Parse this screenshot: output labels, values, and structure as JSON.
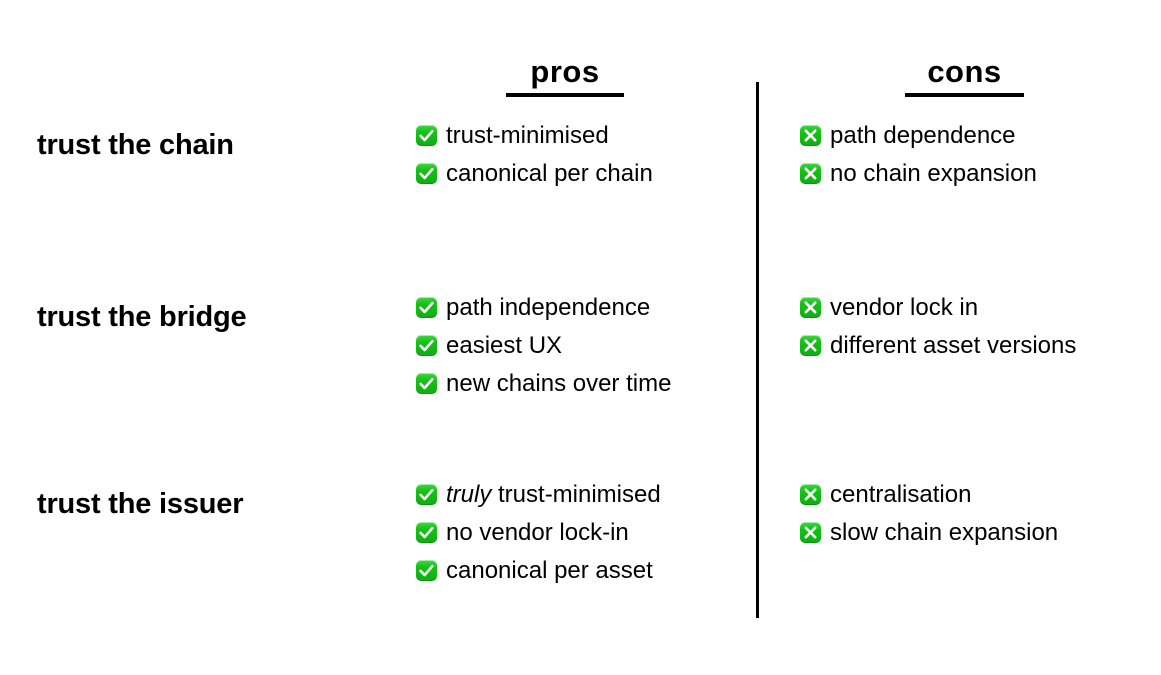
{
  "page": {
    "background": "#ffffff",
    "accent_green": "#16c116",
    "text_color": "#000000"
  },
  "headers": {
    "pros": "pros",
    "cons": "cons"
  },
  "icons": {
    "pro": "check-mark-button-icon",
    "con": "cross-mark-button-icon"
  },
  "rows": [
    {
      "label": "trust the chain",
      "pros": [
        {
          "text": "trust-minimised"
        },
        {
          "text": "canonical per chain"
        }
      ],
      "cons": [
        {
          "text": "path dependence"
        },
        {
          "text": "no chain expansion"
        }
      ]
    },
    {
      "label": "trust the bridge",
      "pros": [
        {
          "text": "path independence"
        },
        {
          "text": "easiest UX"
        },
        {
          "text": "new chains over time"
        }
      ],
      "cons": [
        {
          "text": "vendor lock in"
        },
        {
          "text": "different asset versions"
        }
      ]
    },
    {
      "label": "trust the issuer",
      "pros": [
        {
          "emphasis": "truly",
          "text": "trust-minimised"
        },
        {
          "text": "no vendor lock-in"
        },
        {
          "text": "canonical per asset"
        }
      ],
      "cons": [
        {
          "text": "centralisation"
        },
        {
          "text": "slow chain expansion"
        }
      ]
    }
  ]
}
